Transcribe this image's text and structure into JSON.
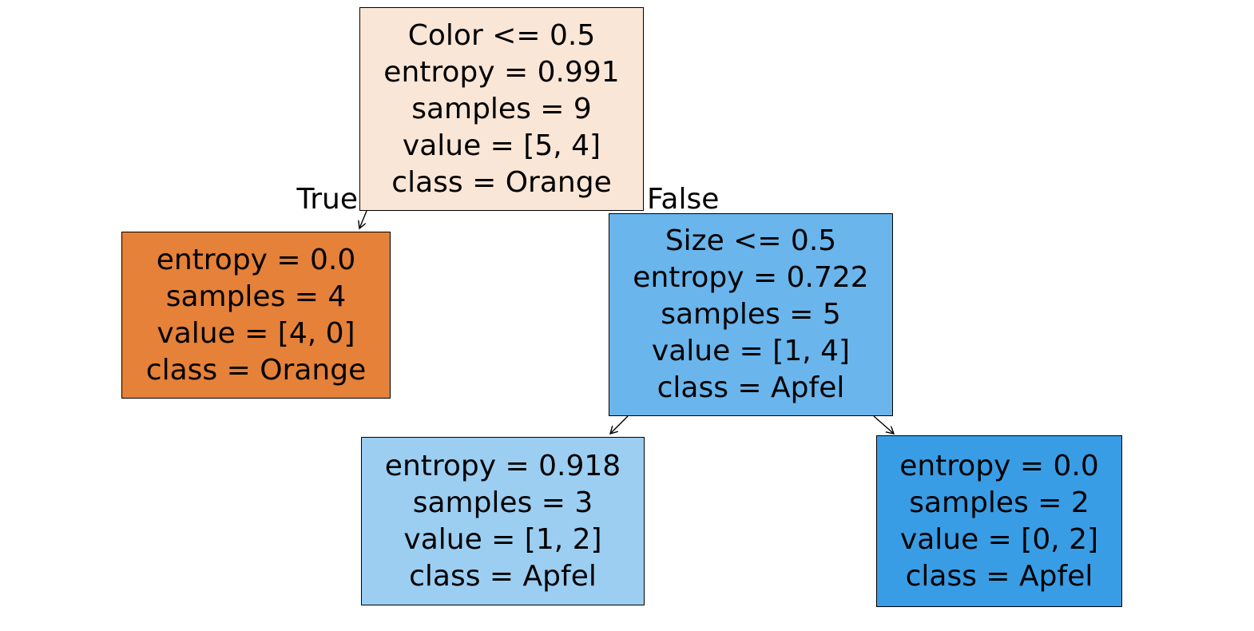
{
  "figure": {
    "kind": "decision-tree-plot",
    "background": "#ffffff",
    "border_color": "#000000",
    "text_color": "#000000"
  },
  "edge_labels": {
    "left": "True",
    "right": "False"
  },
  "nodes": [
    {
      "name": "root",
      "condition": "Color <= 0.5",
      "entropy": "entropy = 0.991",
      "samples": "samples = 9",
      "value": "value = [5, 4]",
      "class": "class = Orange",
      "fill": "#fae6d7"
    },
    {
      "name": "left-leaf",
      "entropy": "entropy = 0.0",
      "samples": "samples = 4",
      "value": "value = [4, 0]",
      "class": "class = Orange",
      "fill": "#e58139"
    },
    {
      "name": "right-internal",
      "condition": "Size <= 0.5",
      "entropy": "entropy = 0.722",
      "samples": "samples = 5",
      "value": "value = [1, 4]",
      "class": "class = Apfel",
      "fill": "#6ab5eb"
    },
    {
      "name": "right-left-leaf",
      "entropy": "entropy = 0.918",
      "samples": "samples = 3",
      "value": "value = [1, 2]",
      "class": "class = Apfel",
      "fill": "#9ccef2"
    },
    {
      "name": "right-right-leaf",
      "entropy": "entropy = 0.0",
      "samples": "samples = 2",
      "value": "value = [0, 2]",
      "class": "class = Apfel",
      "fill": "#399de5"
    }
  ],
  "tree": {
    "edges": [
      {
        "from": "root",
        "to": "left-leaf",
        "label": "True"
      },
      {
        "from": "root",
        "to": "right-internal",
        "label": "False"
      },
      {
        "from": "right-internal",
        "to": "right-left-leaf",
        "label": ""
      },
      {
        "from": "right-internal",
        "to": "right-right-leaf",
        "label": ""
      }
    ]
  }
}
